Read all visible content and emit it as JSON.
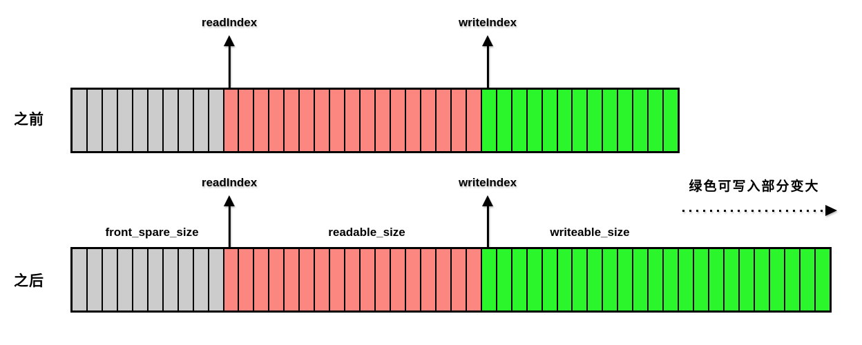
{
  "colors": {
    "gray": "#CCCCCC",
    "red": "#FC8680",
    "green": "#2BF52B",
    "border": "#000000"
  },
  "before": {
    "side_label": "之前",
    "read_pointer_label": "readIndex",
    "write_pointer_label": "writeIndex",
    "segments": [
      {
        "name": "front-spare",
        "color": "gray",
        "cells": 10
      },
      {
        "name": "readable",
        "color": "red",
        "cells": 17
      },
      {
        "name": "writable",
        "color": "green",
        "cells": 13
      }
    ]
  },
  "after": {
    "side_label": "之后",
    "read_pointer_label": "readIndex",
    "write_pointer_label": "writeIndex",
    "segment_labels": [
      "front_spare_size",
      "readable_size",
      "writeable_size"
    ],
    "segments": [
      {
        "name": "front-spare",
        "color": "gray",
        "cells": 10
      },
      {
        "name": "readable",
        "color": "red",
        "cells": 17
      },
      {
        "name": "writable",
        "color": "green",
        "cells": 23
      }
    ]
  },
  "annotation": {
    "text": "绿色可写入部分变大"
  }
}
